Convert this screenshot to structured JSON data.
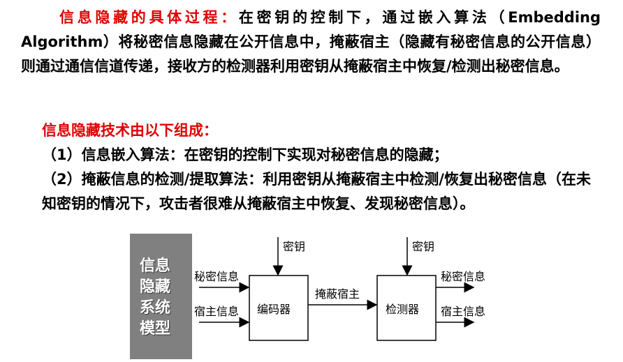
{
  "intro": {
    "heading": "信息隐藏的具体过程：",
    "text": "在密钥的控制下，通过嵌入算法（Embedding Algorithm）将秘密信息隐藏在公开信息中，掩蔽宿主（隐藏有秘密信息的公开信息）则通过通信信道传递，接收方的检测器利用密钥从掩蔽宿主中恢复/检测出秘密信息。"
  },
  "components": {
    "heading": "信息隐藏技术由以下组成：",
    "items": [
      "（1）信息嵌入算法：在密钥的控制下实现对秘密信息的隐藏；",
      "（2）掩蔽信息的检测/提取算法：利用密钥从掩蔽宿主中检测/恢复出秘密信息（在未知密钥的情况下，攻击者很难从掩蔽宿主中恢复、发现秘密信息）。"
    ]
  },
  "diagram": {
    "title": "信息隐藏系统模型",
    "encoder": "编码器",
    "detector": "检测器",
    "key_left": "密钥",
    "key_right": "密钥",
    "input_secret": "秘密信息",
    "input_host": "宿主信息",
    "channel": "掩蔽宿主",
    "output_secret": "秘密信息",
    "output_host": "宿主信息"
  }
}
